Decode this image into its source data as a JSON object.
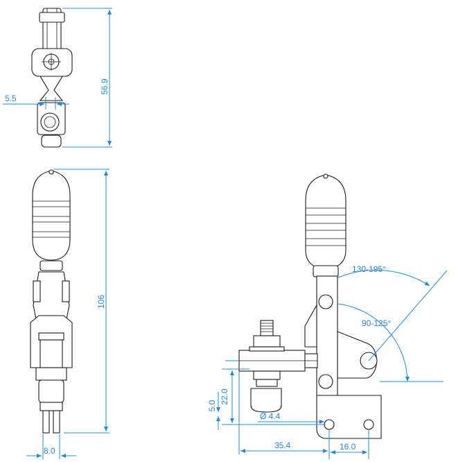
{
  "dimensions": {
    "top_height": "56.9",
    "top_width": "5.5",
    "front_height": "106",
    "front_base_width": "8.0",
    "open_angle": "130-195°",
    "closed_angle": "90-125°",
    "spindle_height": "22.0",
    "base_height": "5.0",
    "hole_diameter": "Ø 4.4",
    "reach": "35.4",
    "hole_spacing": "16.0"
  },
  "colors": {
    "dimension": "#1e88e5",
    "outline": "#1a1a1a"
  }
}
